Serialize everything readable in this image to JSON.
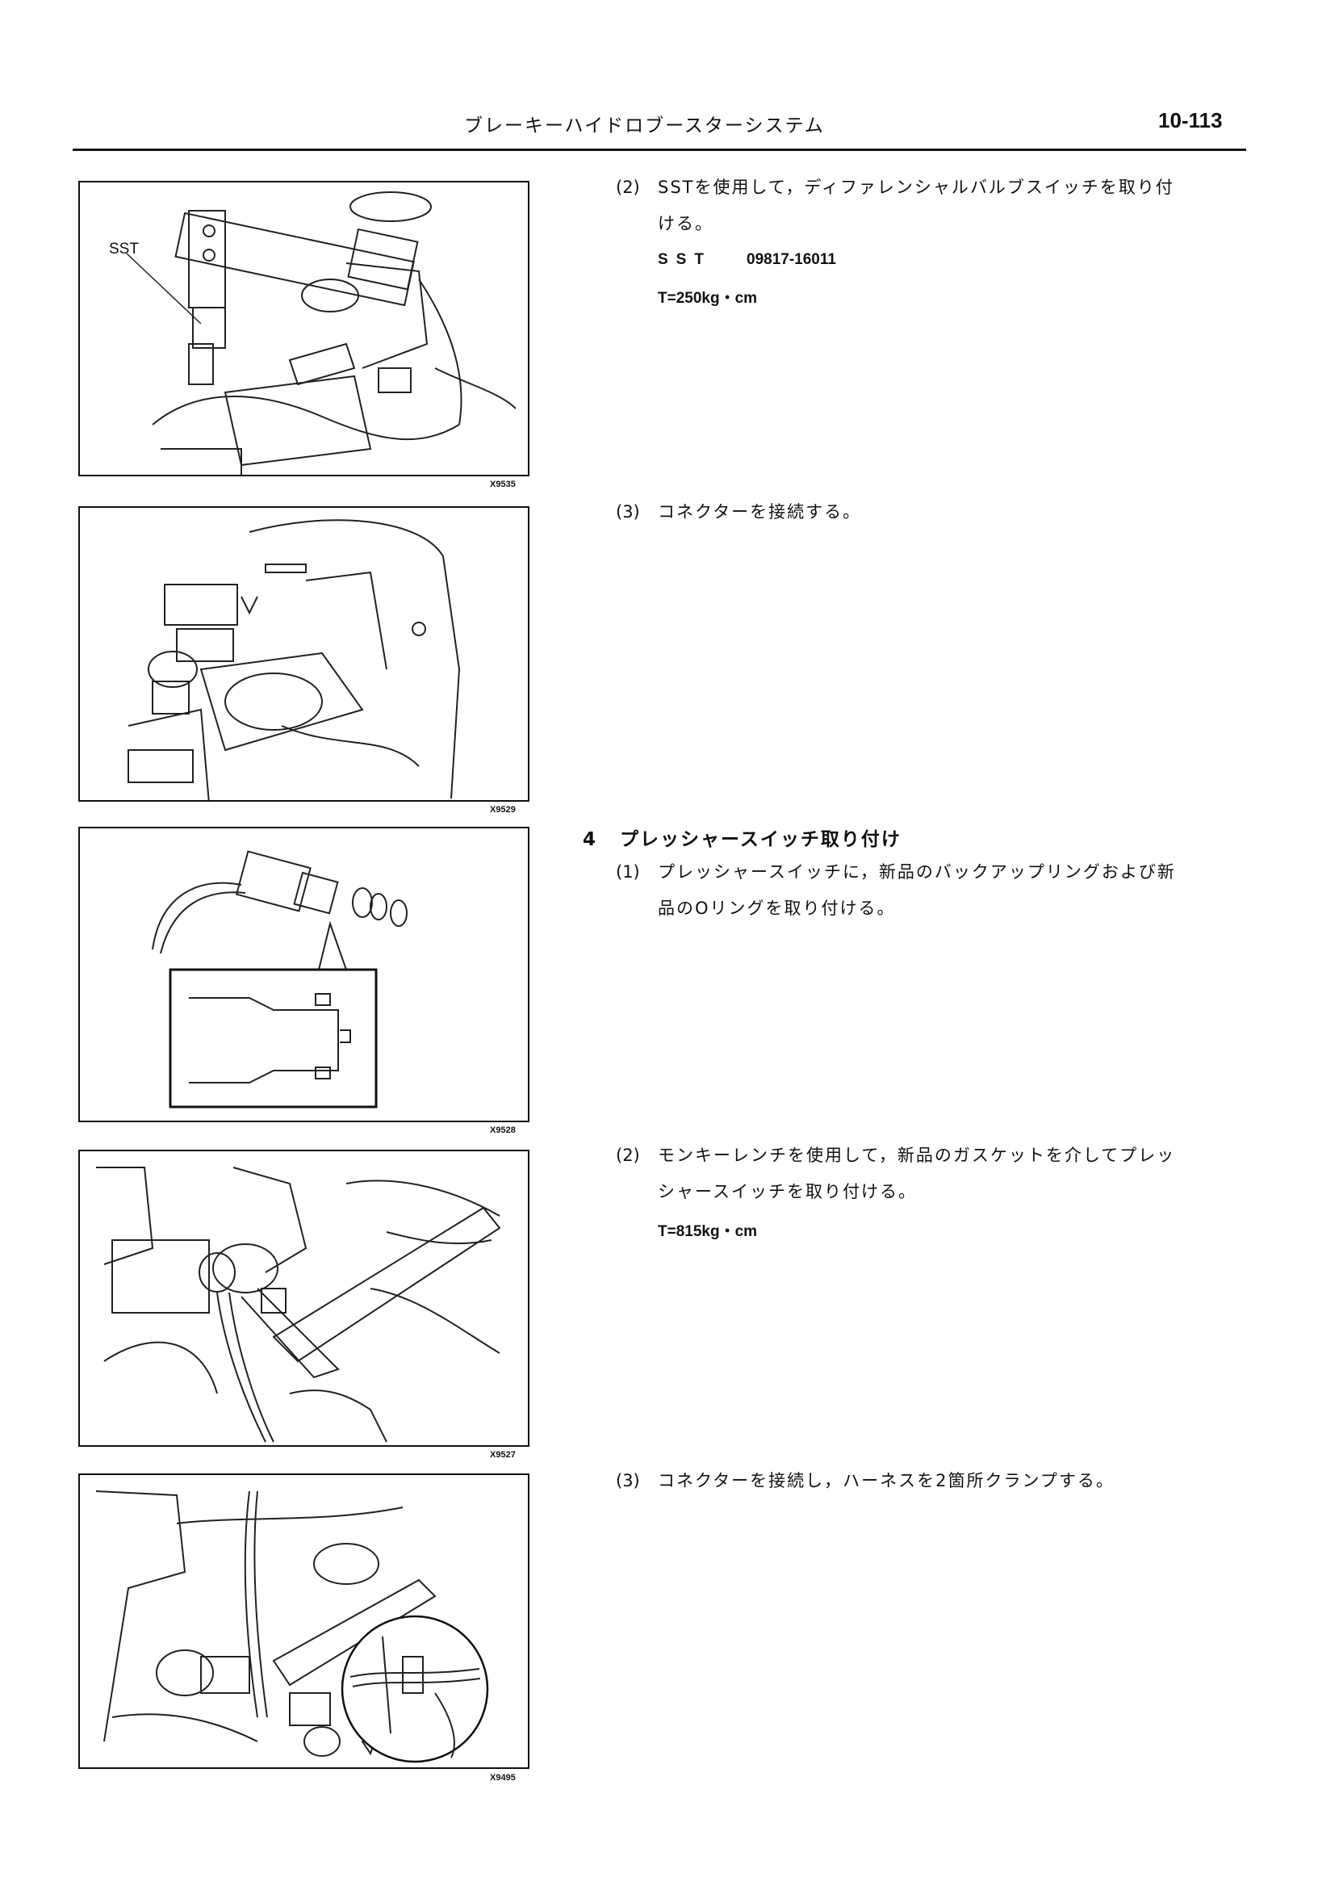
{
  "header": {
    "title": "ブレーキーハイドロブースターシステム",
    "page_number": "10-113"
  },
  "figures": [
    {
      "code": "X9535",
      "callout": "SST"
    },
    {
      "code": "X9529"
    },
    {
      "code": "X9528"
    },
    {
      "code": "X9527"
    },
    {
      "code": "X9495"
    }
  ],
  "steps": {
    "s2_line1": "SSTを使用して，ディファレンシャルバルブスイッチを取り付",
    "s2_line2": "ける。",
    "s2_num": "(2)",
    "sst_label": "SST",
    "sst_value": "09817-16011",
    "torque1": "T=250kg・cm",
    "s3_num": "(3)",
    "s3_text": "コネクターを接続する。",
    "section_num": "4",
    "section_title": "プレッシャースイッチ取り付け",
    "p1_num": "(1)",
    "p1_line1": "プレッシャースイッチに，新品のバックアップリングおよび新",
    "p1_line2": "品のOリングを取り付ける。",
    "p2_num": "(2)",
    "p2_line1": "モンキーレンチを使用して，新品のガスケットを介してプレッ",
    "p2_line2": "シャースイッチを取り付ける。",
    "torque2": "T=815kg・cm",
    "p3_num": "(3)",
    "p3_text": "コネクターを接続し，ハーネスを2箇所クランプする。"
  }
}
